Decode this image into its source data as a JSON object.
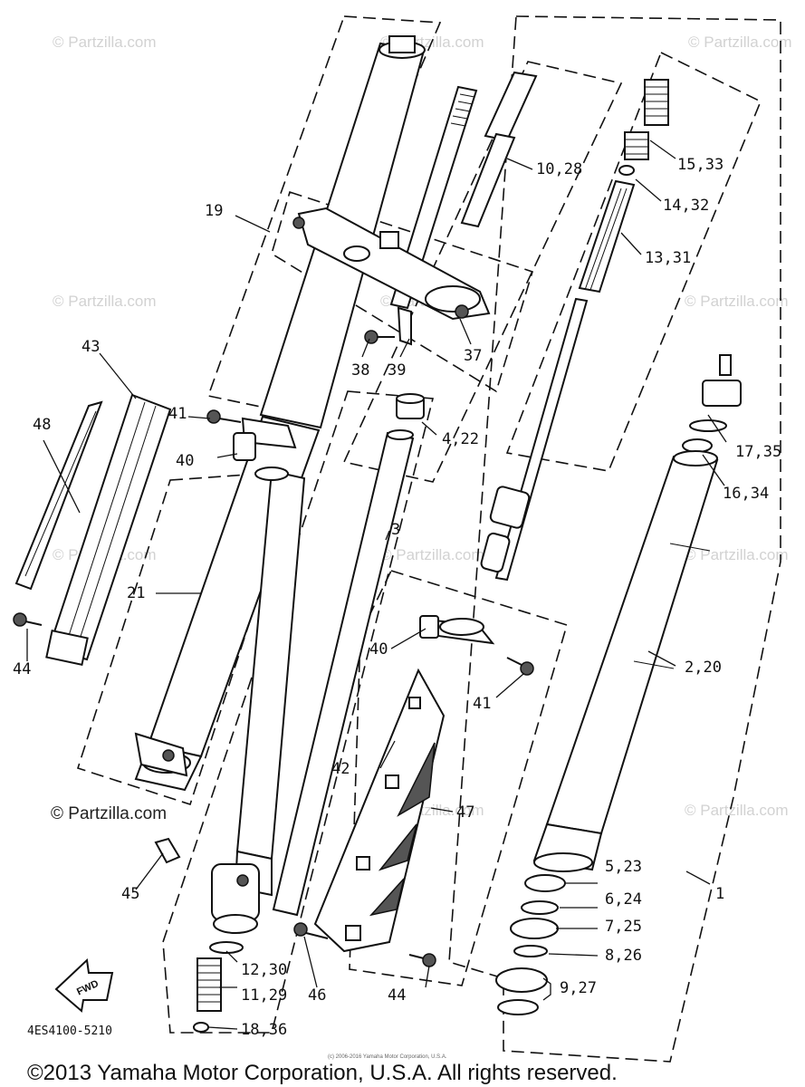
{
  "watermark": "© Partzilla.com",
  "watermark_dark": "© Partzilla.com",
  "diagram_code": "4ES4100-5210",
  "fwd_label": "FWD",
  "small_print": "(c) 2006-2016 Yamaha Motor Corporation, U.S.A.",
  "copyright": "©2013 Yamaha Motor Corporation, U.S.A. All rights reserved.",
  "callouts": {
    "c1": "1",
    "c2_20": "2,20",
    "c3": "3",
    "c4_22": "4,22",
    "c5_23": "5,23",
    "c6_24": "6,24",
    "c7_25": "7,25",
    "c8_26": "8,26",
    "c9_27": "9,27",
    "c10_28": "10,28",
    "c11_29": "11,29",
    "c12_30": "12,30",
    "c13_31": "13,31",
    "c14_32": "14,32",
    "c15_33": "15,33",
    "c16_34": "16,34",
    "c17_35": "17,35",
    "c18_36": "18,36",
    "c19": "19",
    "c21": "21",
    "c37": "37",
    "c38": "38",
    "c39": "39",
    "c40a": "40",
    "c40b": "40",
    "c41a": "41",
    "c41b": "41",
    "c42": "42",
    "c43": "43",
    "c44a": "44",
    "c44b": "44",
    "c45": "45",
    "c46": "46",
    "c47": "47",
    "c48": "48"
  }
}
